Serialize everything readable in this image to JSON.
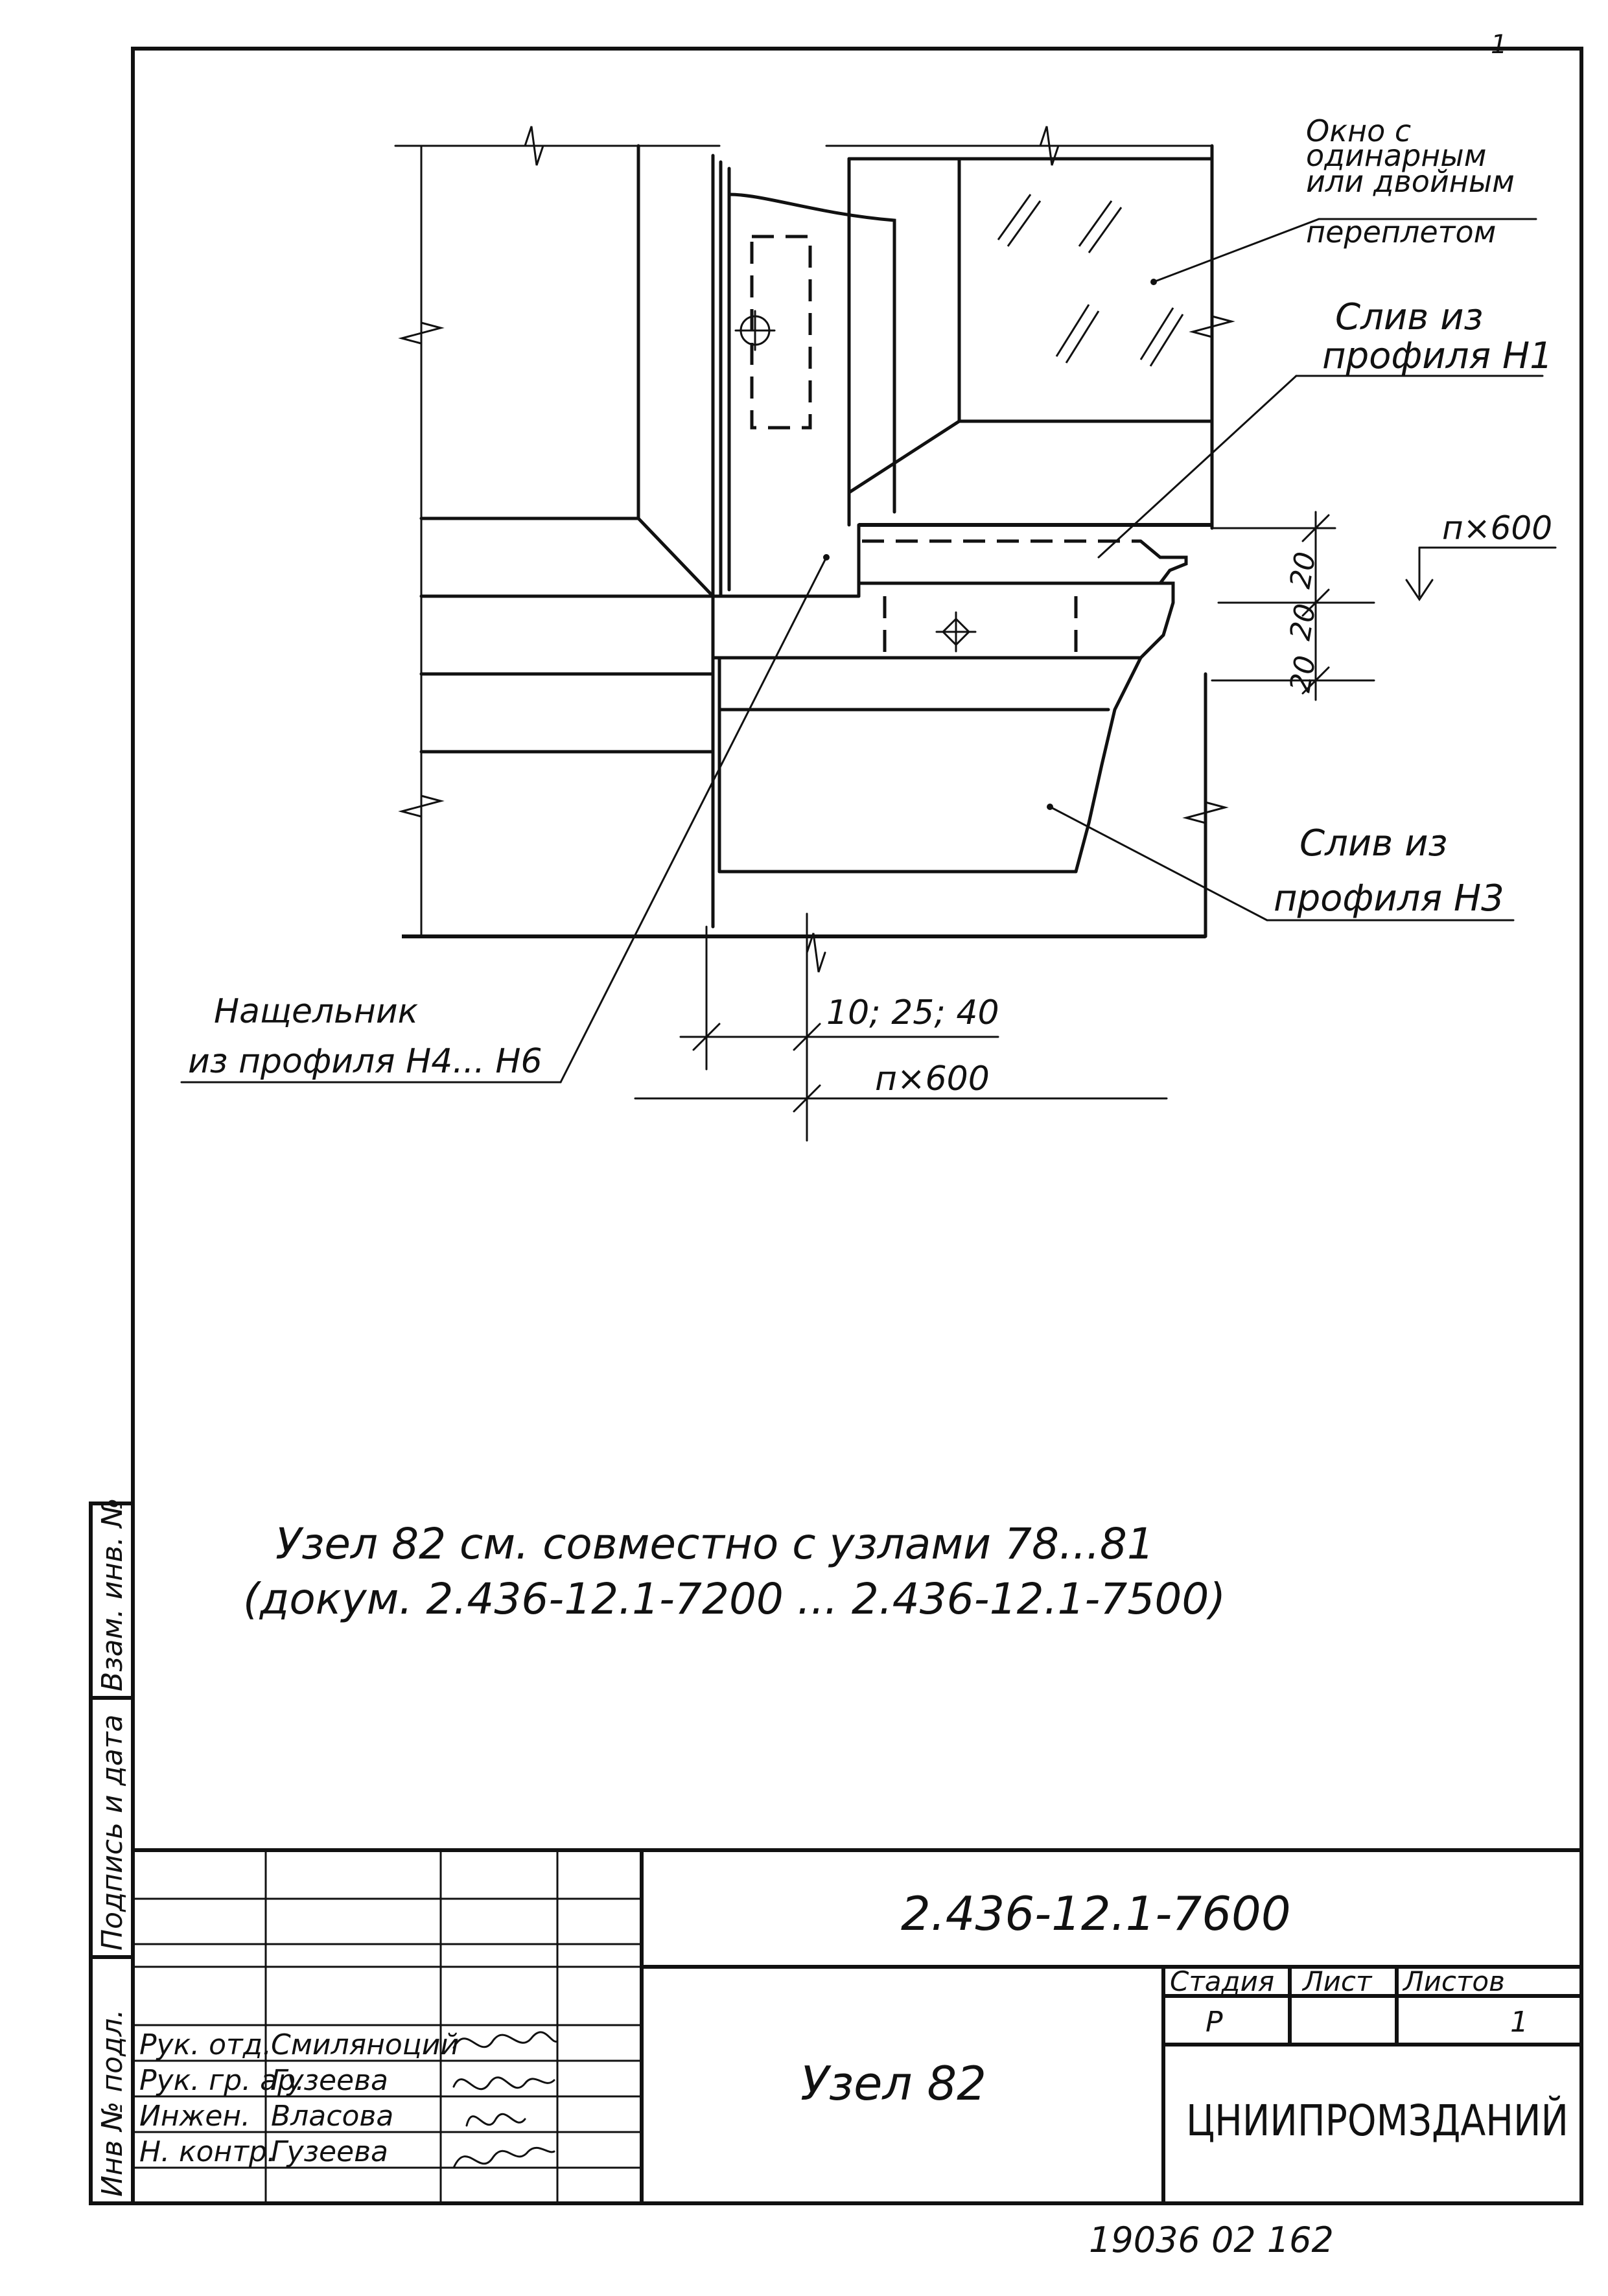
{
  "corner_mark": "1",
  "callouts": {
    "window": [
      "Окно с",
      "одинарным",
      "или двойным",
      "переплетом"
    ],
    "drip_h1": [
      "Слив из",
      "профиля Н1"
    ],
    "drip_h3": [
      "Слив из",
      "профиля Н3"
    ],
    "platband": [
      "Нащельник",
      "из профиля Н4... Н6"
    ]
  },
  "dimensions": {
    "right_top": "п×600",
    "right_20_a": "20",
    "right_20_b": "20",
    "right_20_c": "20",
    "bottom_gap": "10; 25; 40",
    "bottom_pitch": "п×600"
  },
  "note": {
    "line1": "Узел 82 см. совместно с узлами 78...81",
    "line2": "(докум. 2.436-12.1-7200 ... 2.436-12.1-7500)"
  },
  "side_stamp": {
    "inv_orig": "Инв № подл.",
    "sign_date": "Подпись и дата",
    "replace_inv": "Взам. инв. №"
  },
  "title_block": {
    "doc_code": "2.436-12.1-7600",
    "title": "Узел 82",
    "stage_header": "Стадия",
    "sheet_header": "Лист",
    "sheets_header": "Листов",
    "stage_value": "Р",
    "sheets_value": "1",
    "org": "ЦНИИПРОМЗДАНИЙ",
    "staff": [
      {
        "role": "Рук. отд.",
        "name": "Смиляноций"
      },
      {
        "role": "Рук. гр. ар.",
        "name": "Гузеева"
      },
      {
        "role": "Инжен.",
        "name": "Власова"
      },
      {
        "role": "Н. контр.",
        "name": "Гузеева"
      }
    ]
  },
  "footer_number": "19036 02 162"
}
